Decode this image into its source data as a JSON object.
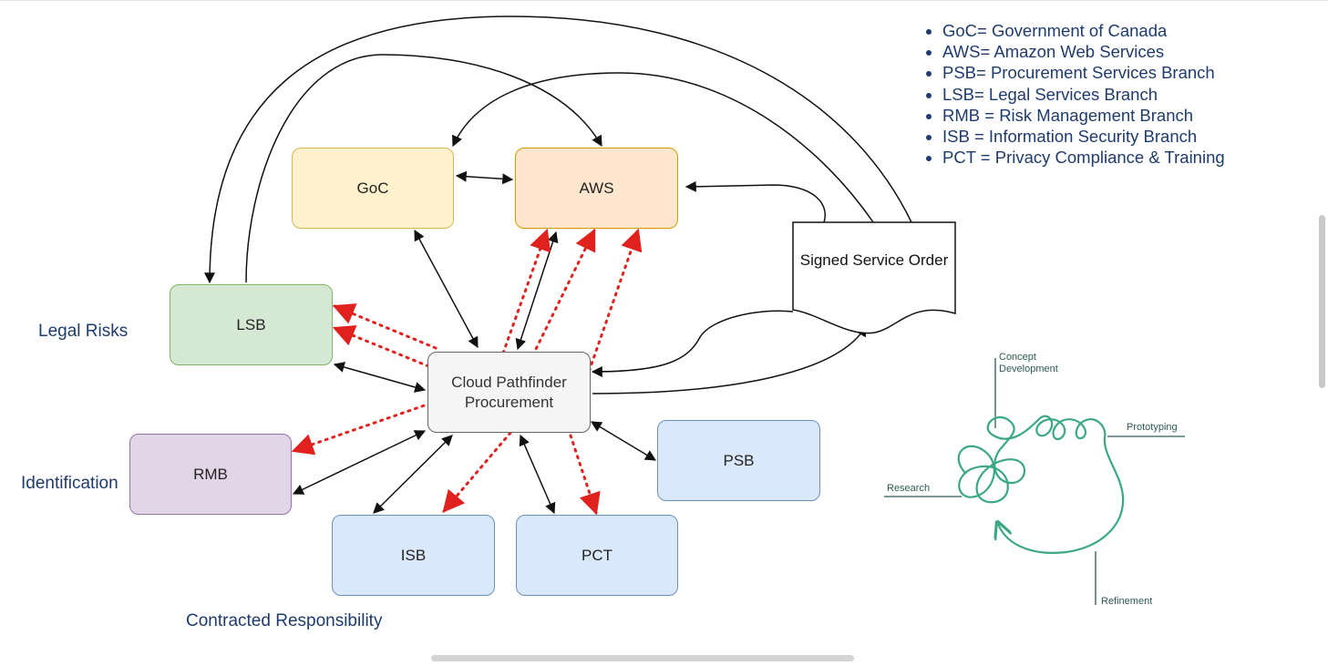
{
  "nodes": {
    "goc": {
      "label": "GoC",
      "fill": "#fff2cc",
      "stroke": "#d6b656"
    },
    "aws": {
      "label": "AWS",
      "fill": "#ffe6cc",
      "stroke": "#d79b00"
    },
    "lsb": {
      "label": "LSB",
      "fill": "#d5e8d4",
      "stroke": "#82b366"
    },
    "rmb": {
      "label": "RMB",
      "fill": "#e1d5e7",
      "stroke": "#9673a6"
    },
    "psb": {
      "label": "PSB",
      "fill": "#dae8fc",
      "stroke": "#6c8ebf"
    },
    "isb": {
      "label": "ISB",
      "fill": "#dae8fc",
      "stroke": "#6c8ebf"
    },
    "pct": {
      "label": "PCT",
      "fill": "#dae8fc",
      "stroke": "#6c8ebf"
    },
    "cloud": {
      "label": "Cloud Pathfinder Procurement",
      "fill": "#f5f5f5",
      "stroke": "#666666"
    }
  },
  "document": {
    "label": "Signed Service Order"
  },
  "side_labels": {
    "legal_risks": "Legal Risks",
    "identification": "Identification",
    "contracted_responsibility": "Contracted Responsibility"
  },
  "legend": [
    "GoC= Government of Canada",
    "AWS= Amazon Web Services",
    "PSB= Procurement Services Branch",
    "LSB= Legal Services Branch",
    "RMB = Risk Management Branch",
    "ISB = Information Security Branch",
    "PCT = Privacy Compliance & Training"
  ],
  "design_process": {
    "concept": "Concept Development",
    "prototyping": "Prototyping",
    "research": "Research",
    "refinement": "Refinement"
  },
  "colors": {
    "arrow": "#111111",
    "risk_arrow": "#e0211d",
    "text_accent": "#1f3b6e",
    "scribble": "#3aa882"
  }
}
